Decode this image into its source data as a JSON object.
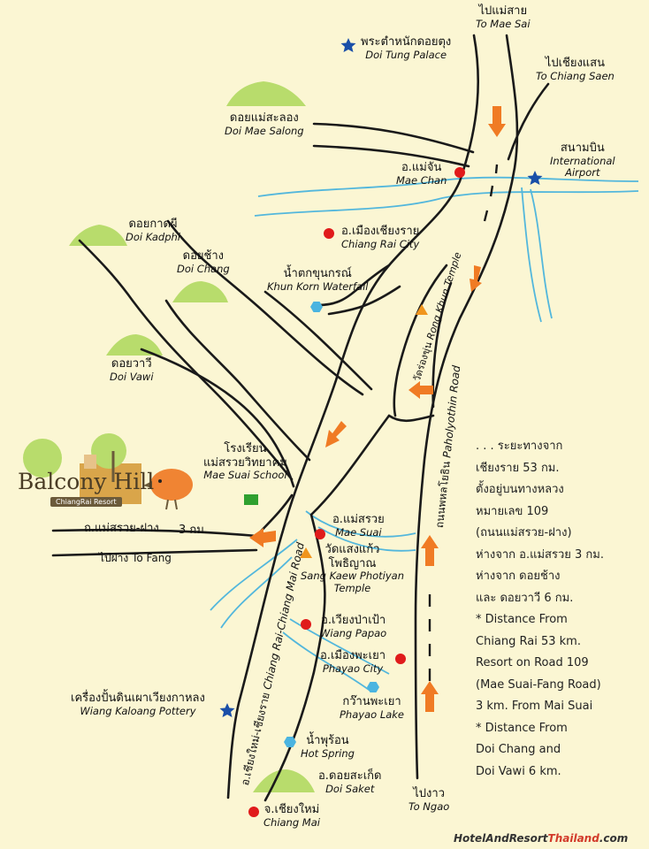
{
  "colors": {
    "background": "#fbf6d3",
    "road": "#1a1a1a",
    "river": "#53b7dc",
    "mountain": "#b8dc6c",
    "arrow": "#f07b24",
    "city_dot": "#e01b1b",
    "landmark_star": "#1a4fa8",
    "waterfall_hex": "#4ab4e0",
    "temple_triangle": "#f0951d",
    "school_square": "#2fa02f",
    "bird": "#f08433"
  },
  "places": {
    "to_mae_sai": {
      "th": "ไปแม่สาย",
      "en": "To Mae Sai"
    },
    "to_chiang_saen": {
      "th": "ไปเชียงแสน",
      "en": "To Chiang Saen"
    },
    "doi_tung_palace": {
      "th": "พระตำหนักดอยตุง",
      "en": "Doi Tung Palace"
    },
    "doi_mae_salong": {
      "th": "ดอยแม่สะลอง",
      "en": "Doi Mae Salong"
    },
    "mae_chan": {
      "th": "อ.แม่จัน",
      "en": "Mae Chan"
    },
    "airport": {
      "th": "สนามบิน",
      "en1": "International",
      "en2": "Airport"
    },
    "chiang_rai_city": {
      "th": "อ.เมืองเชียงราย",
      "en": "Chiang Rai City"
    },
    "doi_kadphi": {
      "th": "ดอยกาดผี",
      "en": "Doi Kadphi"
    },
    "doi_chang": {
      "th": "ดอยช้าง",
      "en": "Doi Chang"
    },
    "khun_korn": {
      "th": "น้ำตกขุนกรณ์",
      "en": "Khun Korn Waterfall"
    },
    "doi_vawi": {
      "th": "ดอยวาวี",
      "en": "Doi Vawi"
    },
    "school": {
      "th1": "โรงเรียน",
      "th2": "แม่สรวยวิทยาคม",
      "en": "Mae Suai School"
    },
    "mae_suai": {
      "th": "อ.แม่สรวย",
      "en": "Mae Suai"
    },
    "sang_kaew": {
      "th1": "วัดแสงแก้ว",
      "th2": "โพธิญาณ",
      "en1": "Sang Kaew Photiyan",
      "en2": "Temple"
    },
    "wiang_papao": {
      "th": "อ.เวียงป่าเป้า",
      "en": "Wiang Papao"
    },
    "phayao_city": {
      "th": "อ.เมืองพะเยา",
      "en": "Phayao City"
    },
    "phayao_lake": {
      "th": "กว๊านพะเยา",
      "en": "Phayao Lake"
    },
    "pottery": {
      "th": "เครื่องปั้นดินเผาเวียงกาหลง",
      "en": "Wiang Kaloang Pottery"
    },
    "hot_spring": {
      "th": "น้ำพุร้อน",
      "en": "Hot Spring"
    },
    "doi_saket": {
      "th": "อ.ดอยสะเก็ด",
      "en": "Doi Saket"
    },
    "chiang_mai": {
      "th": "จ.เชียงใหม่",
      "en": "Chiang Mai"
    },
    "to_ngao": {
      "th": "ไปงาว",
      "en": "To Ngao"
    },
    "to_fang": {
      "text": "ไปฝาง To Fang"
    },
    "mae_suai_fang_road": {
      "th": "ถ.แม่สรวย-ฝาง",
      "dist": "3 กม."
    }
  },
  "roads": {
    "phahol": {
      "th": "ถนนพหลโยธิน",
      "en": "Paholyothin Road"
    },
    "rong_khun": {
      "th": "วัดร่องขุ่น",
      "en": "Rong Khun Temple"
    },
    "chiang_mai_rd": {
      "th": "อ.เชียงใหม่-เชียงราย",
      "en": "Chiang Rai-Chiang Mai Road"
    }
  },
  "logo": {
    "title": "Balcony Hill",
    "subtitle": "ChiangRai Resort"
  },
  "note_lines": [
    ". . . ระยะทางจาก",
    "เชียงราย 53 กม.",
    "ตั้งอยู่บนทางหลวง",
    "หมายเลข 109",
    "(ถนนแม่สรวย-ฝาง)",
    "ห่างจาก อ.แม่สรวย 3 กม.",
    "ห่างจาก ดอยช้าง",
    "และ ดอยวาวี 6 กม.",
    "* Distance From",
    "Chiang Rai 53 km.",
    "Resort on Road 109",
    "(Mae Suai-Fang Road)",
    "3 km. From Mai Suai",
    "* Distance From",
    "Doi Chang and",
    "Doi Vawi 6 km."
  ],
  "watermark": {
    "part1": "HotelAndResort",
    "part2": "Thailand",
    "part3": ".com"
  }
}
